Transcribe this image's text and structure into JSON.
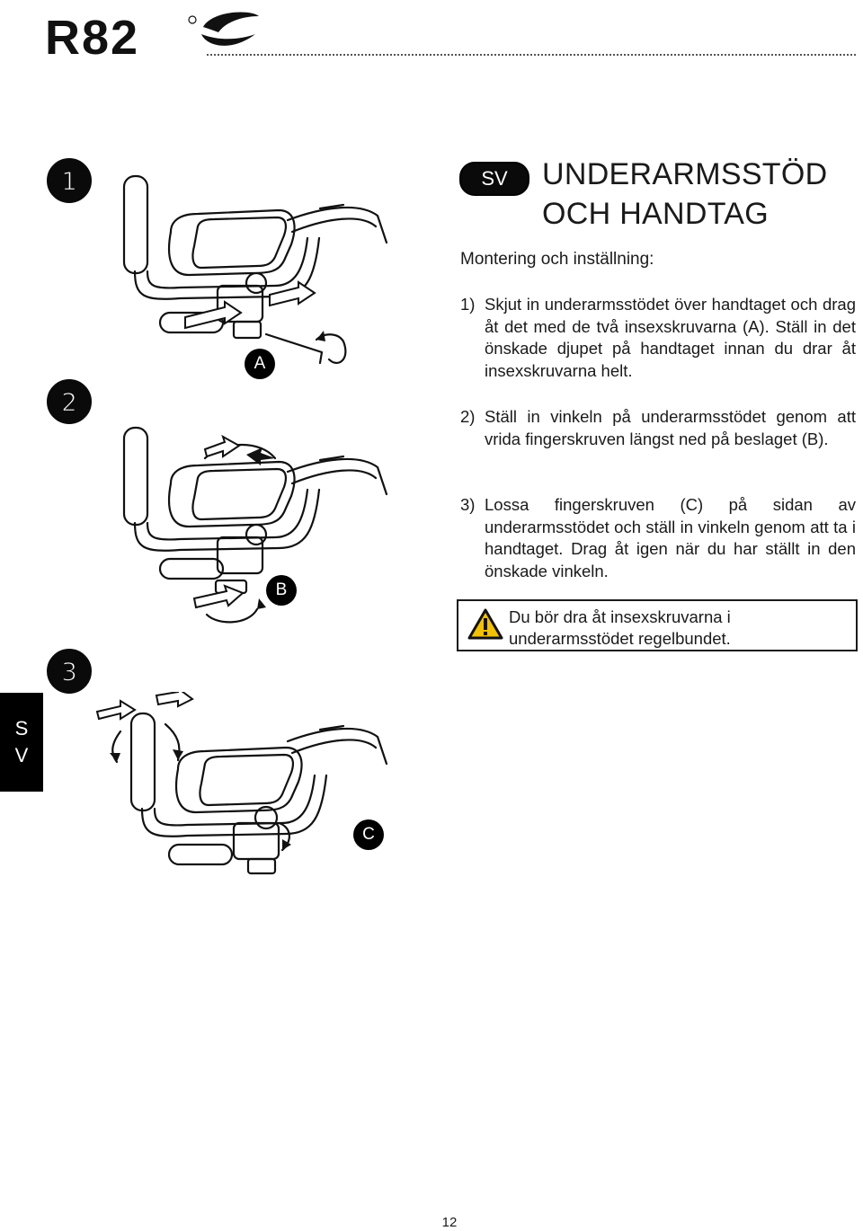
{
  "header": {
    "brand": "R82"
  },
  "steps": [
    {
      "number": "1"
    },
    {
      "number": "2"
    },
    {
      "number": "3"
    }
  ],
  "illustrations": {
    "labels": [
      "A",
      "B",
      "C"
    ]
  },
  "section": {
    "language_badge": "SV",
    "title_line1": "UNDERARMSSTÖD",
    "title_line2": "OCH HANDTAG",
    "intro": "Montering och inställning:",
    "instructions": [
      {
        "num": "1)",
        "text": "Skjut in underarmsstödet över handtaget och drag åt det med de två insexskruvarna (A). Ställ in det önskade djupet på handtaget innan du drar åt insexskruvarna helt."
      },
      {
        "num": "2)",
        "text": "Ställ in vinkeln på underarmsstödet genom att vrida fingerskruven längst ned på beslaget (B)."
      },
      {
        "num": "3)",
        "text": "Lossa fingerskruven (C) på sidan av underarmsstödet och ställ in vinkeln genom att ta i handtaget. Drag åt igen när du har ställt in den önskade vinkeln."
      }
    ],
    "warning": "Du bör dra åt insexskruvarna i underarmsstödet regelbundet."
  },
  "side_tab": {
    "line1": "S",
    "line2": "V"
  },
  "footer": {
    "page_number": "12"
  }
}
